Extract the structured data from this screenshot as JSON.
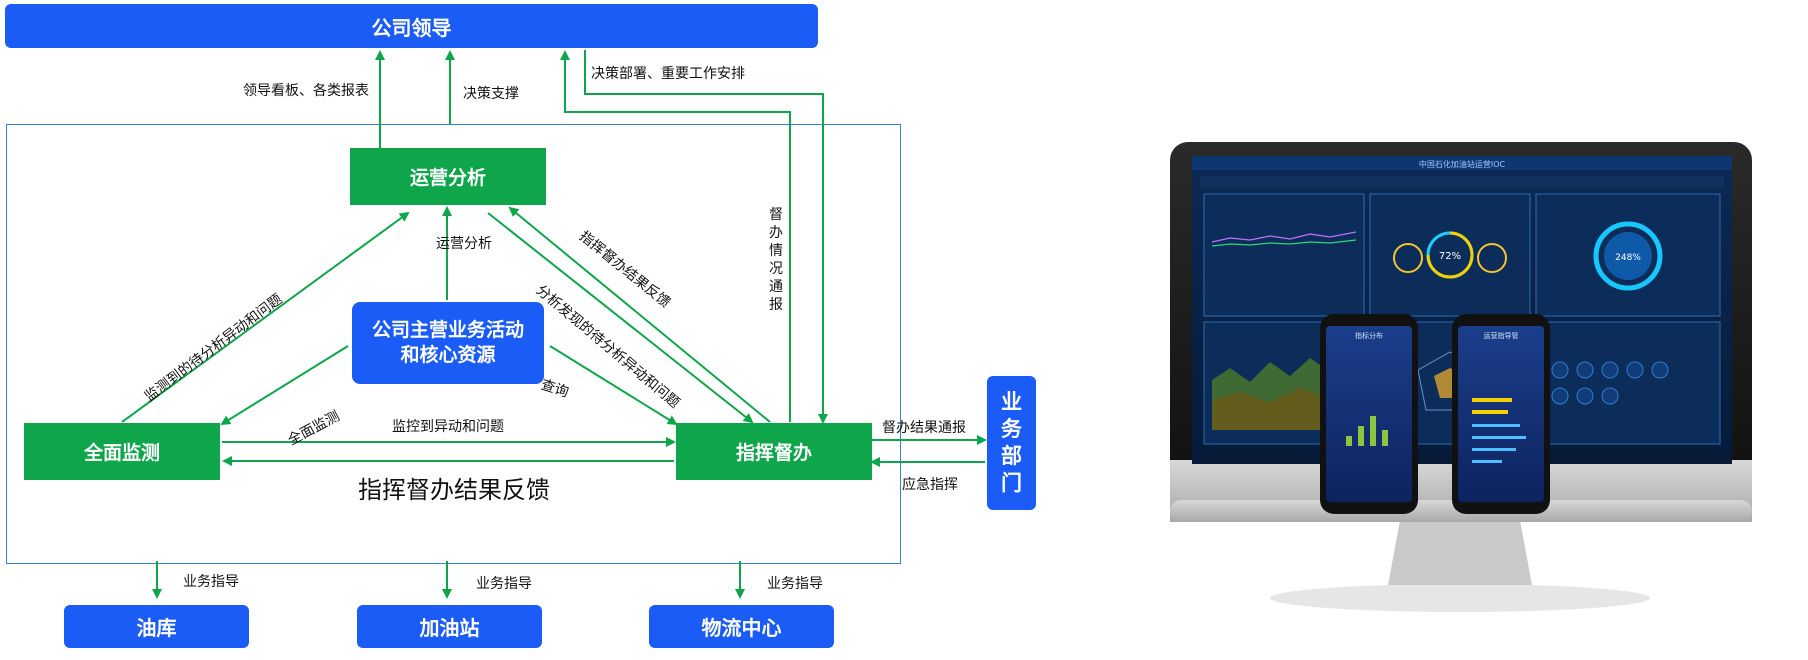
{
  "nodes": {
    "leadership": "公司领导",
    "ops_analysis": "运营分析",
    "core": "公司主营业务活动和核心资源",
    "monitor": "全面监测",
    "command": "指挥督办",
    "biz_dept": "业务部门",
    "oil_depot": "油库",
    "gas_station": "加油站",
    "logistics": "物流中心"
  },
  "labels": {
    "dashboard": "领导看板、各类报表",
    "decision_support": "决策支撑",
    "decision_deploy": "决策部署、重要工作安排",
    "supervise_report": "督办情况通报",
    "ops_analysis_lbl": "运营分析",
    "monitor_found": "监测到的待分析异动和问题",
    "cmd_feedback_diag": "指挥督办结果反馈",
    "analysis_found": "分析发现的待分析异动和问题",
    "query": "查询",
    "full_monitor": "全面监测",
    "monitor_issues": "监控到异动和问题",
    "cmd_feedback_big": "指挥督办结果反馈",
    "result_notice": "督办结果通报",
    "emergency": "应急指挥",
    "biz_guide_1": "业务指导",
    "biz_guide_2": "业务指导",
    "biz_guide_3": "业务指导"
  },
  "device": {
    "monitor_title": "中国石化加油站运营IOC",
    "gauge_1": "72%",
    "gauge_2": "248%",
    "phone_left_title": "指标分布",
    "phone_right_title": "运营指导管"
  },
  "colors": {
    "blue": "#1a5cf5",
    "green": "#0fa64b",
    "arrow": "#0fa64b",
    "frame": "#3a84c9"
  }
}
